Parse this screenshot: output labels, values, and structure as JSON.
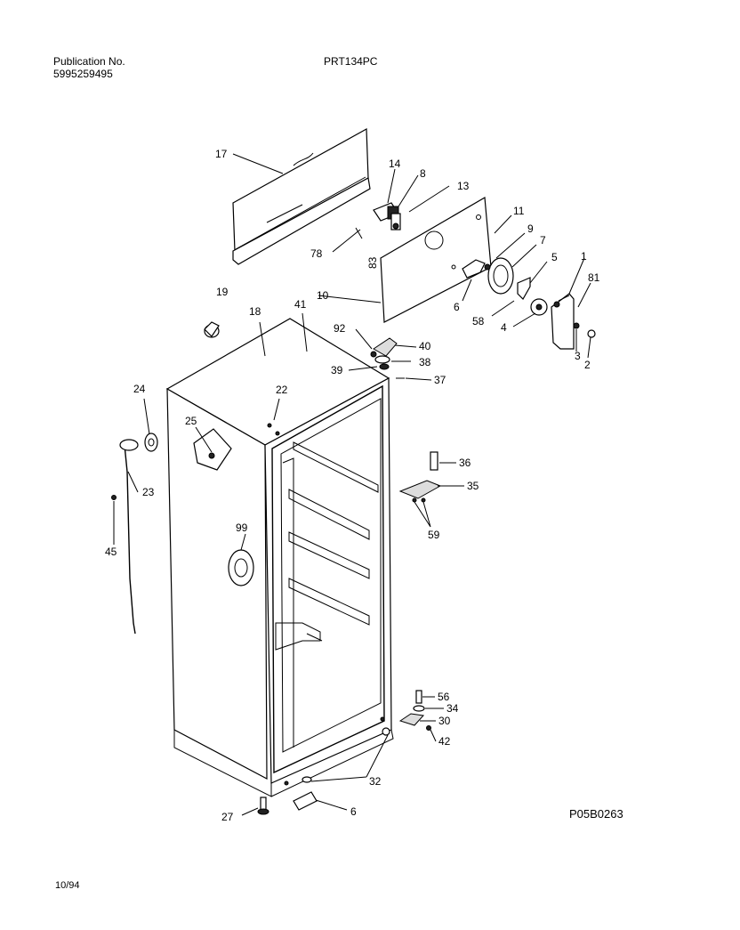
{
  "header": {
    "publication_label": "Publication No.",
    "publication_number": "5995259495",
    "model": "PRT134PC"
  },
  "footer": {
    "diagram_code": "P05B0263",
    "date": "10/94"
  },
  "callouts": {
    "c17": "17",
    "c14": "14",
    "c8": "8",
    "c13": "13",
    "c11": "11",
    "c9": "9",
    "c7": "7",
    "c5": "5",
    "c1": "1",
    "c81": "81",
    "c78": "78",
    "c83": "83",
    "c10": "10",
    "c6a": "6",
    "c58": "58",
    "c4": "4",
    "c3": "3",
    "c2": "2",
    "c19": "19",
    "c18": "18",
    "c41": "41",
    "c92": "92",
    "c40": "40",
    "c38": "38",
    "c39": "39",
    "c37": "37",
    "c24": "24",
    "c22": "22",
    "c25": "25",
    "c23": "23",
    "c45": "45",
    "c36": "36",
    "c35": "35",
    "c59": "59",
    "c99": "99",
    "c56": "56",
    "c34": "34",
    "c30": "30",
    "c42": "42",
    "c32": "32",
    "c27": "27",
    "c6b": "6"
  }
}
